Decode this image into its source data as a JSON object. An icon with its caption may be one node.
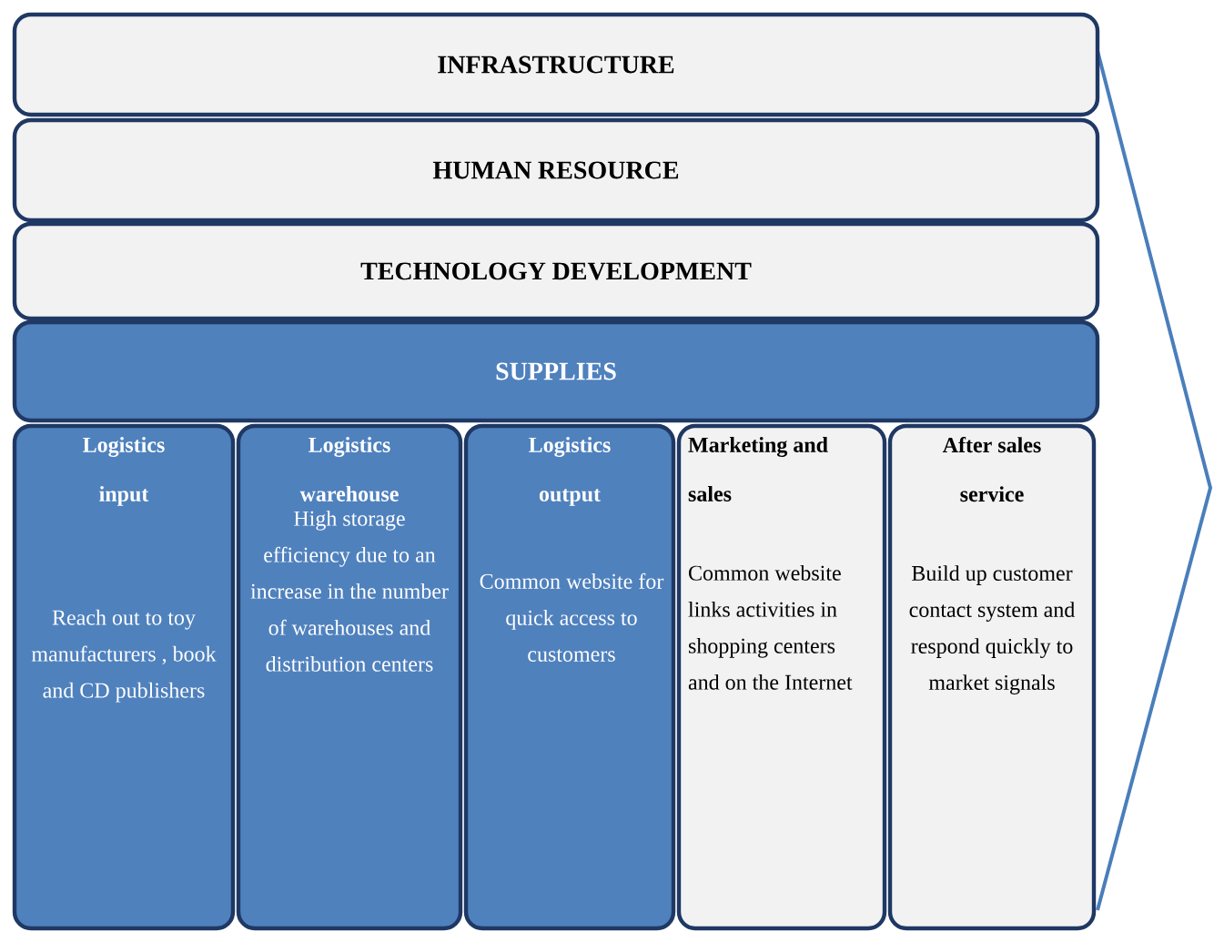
{
  "diagram": {
    "nodes": [
      {
        "text": [
          "INFRASTRUCTURE"
        ]
      },
      {
        "text": [
          "HUMAN RESOURCE"
        ]
      },
      {
        "text": [
          "TECHNOLOGY DEVELOPMENT"
        ]
      },
      {
        "text": [
          "SUPPLIES"
        ]
      },
      {
        "text": [
          "Logistics input",
          "Reach out to toy manufacturers , book and CD publishers"
        ]
      },
      {
        "text": [
          "Logistics warehouse",
          "High storage efficiency due to an increase in the number of warehouses and distribution centers"
        ]
      },
      {
        "text": [
          "Logistics output",
          "Common website for quick access to customers"
        ]
      },
      {
        "text": [
          "Marketing and sales",
          "Common website links activities in shopping centers and on the Internet"
        ]
      },
      {
        "text": [
          "After sales service",
          "Build up customer contact system and respond quickly to market signals"
        ]
      }
    ]
  }
}
